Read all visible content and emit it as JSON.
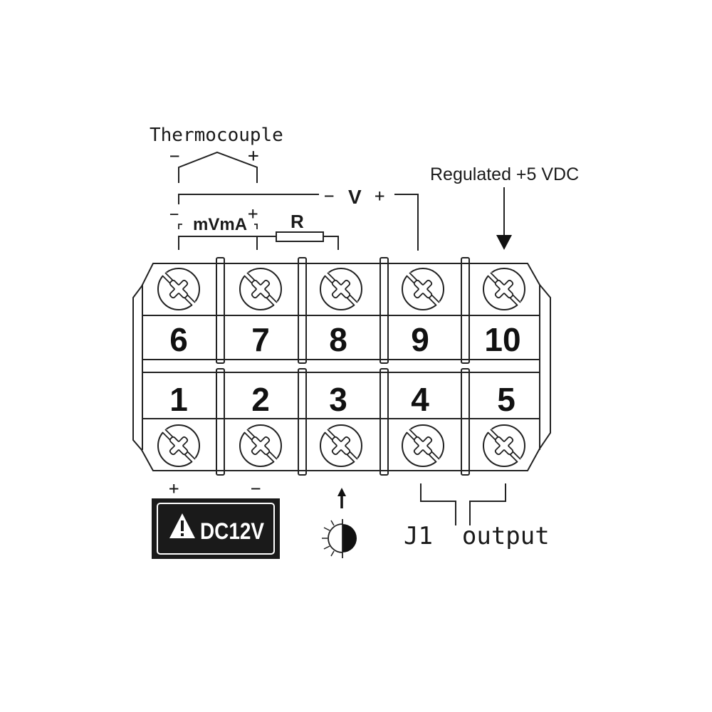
{
  "diagram": {
    "title": "Terminal block wiring diagram",
    "colors": {
      "line": "#222222",
      "badge_bg": "#1a1a1a",
      "badge_text": "#ffffff",
      "background": "#ffffff"
    }
  },
  "labels": {
    "thermocouple": "Thermocouple",
    "thermocouple_minus": "−",
    "thermocouple_plus": "+",
    "v_minus": "−",
    "v_label": "V",
    "v_plus": "+",
    "mvma_minus": "−",
    "mvma": "mVmA",
    "mvma_plus": "+",
    "resistor": "R",
    "regulated": "Regulated +5 VDC",
    "power_plus": "+",
    "power_minus": "−",
    "badge": "DC12V",
    "output": "J1  output"
  },
  "terminals": {
    "top_row": [
      "6",
      "7",
      "8",
      "9",
      "10"
    ],
    "bottom_row": [
      "1",
      "2",
      "3",
      "4",
      "5"
    ]
  },
  "icons": {
    "warning": "warning-triangle-icon",
    "light_sensor": "light-dark-sensor-icon",
    "screw": "screw-terminal-icon",
    "arrow_down": "arrow-down-icon",
    "arrow_up": "arrow-up-icon"
  }
}
